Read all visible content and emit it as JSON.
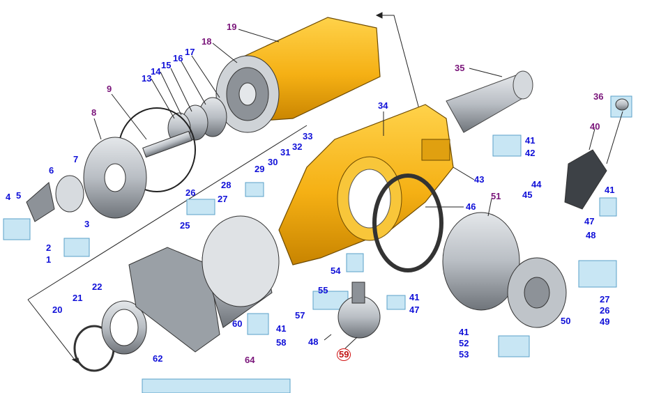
{
  "colors": {
    "housing": "#f5b014",
    "housing_dark": "#c88400",
    "steel": "#b9bec4",
    "steel_dark": "#6f747a",
    "callout_box": "#c8e6f4",
    "label_blue": "#1010d8",
    "label_purple": "#7a157a",
    "label_red": "#c01010"
  },
  "labels": {
    "p1": "1",
    "p2": "2",
    "p3": "3",
    "p4": "4",
    "p5": "5",
    "p6": "6",
    "p7": "7",
    "p8": "8",
    "p9": "9",
    "p13": "13",
    "p14": "14",
    "p15": "15",
    "p16": "16",
    "p17": "17",
    "p18": "18",
    "p19": "19",
    "p20": "20",
    "p21": "21",
    "p22": "22",
    "p25": "25",
    "p26a": "26",
    "p26b": "26",
    "p27a": "27",
    "p27b": "27",
    "p28": "28",
    "p29": "29",
    "p30": "30",
    "p31": "31",
    "p32": "32",
    "p33": "33",
    "p34": "34",
    "p35": "35",
    "p36": "36",
    "p40": "40",
    "p41a": "41",
    "p41b": "41",
    "p41c": "41",
    "p41d": "41",
    "p41e": "41",
    "p42": "42",
    "p43": "43",
    "p44": "44",
    "p45": "45",
    "p46": "46",
    "p47a": "47",
    "p47b": "47",
    "p48a": "48",
    "p48b": "48",
    "p49": "49",
    "p50": "50",
    "p51": "51",
    "p52": "52",
    "p53": "53",
    "p54": "54",
    "p55": "55",
    "p57": "57",
    "p58": "58",
    "p59": "59",
    "p60": "60",
    "p62": "62",
    "p64": "64"
  }
}
